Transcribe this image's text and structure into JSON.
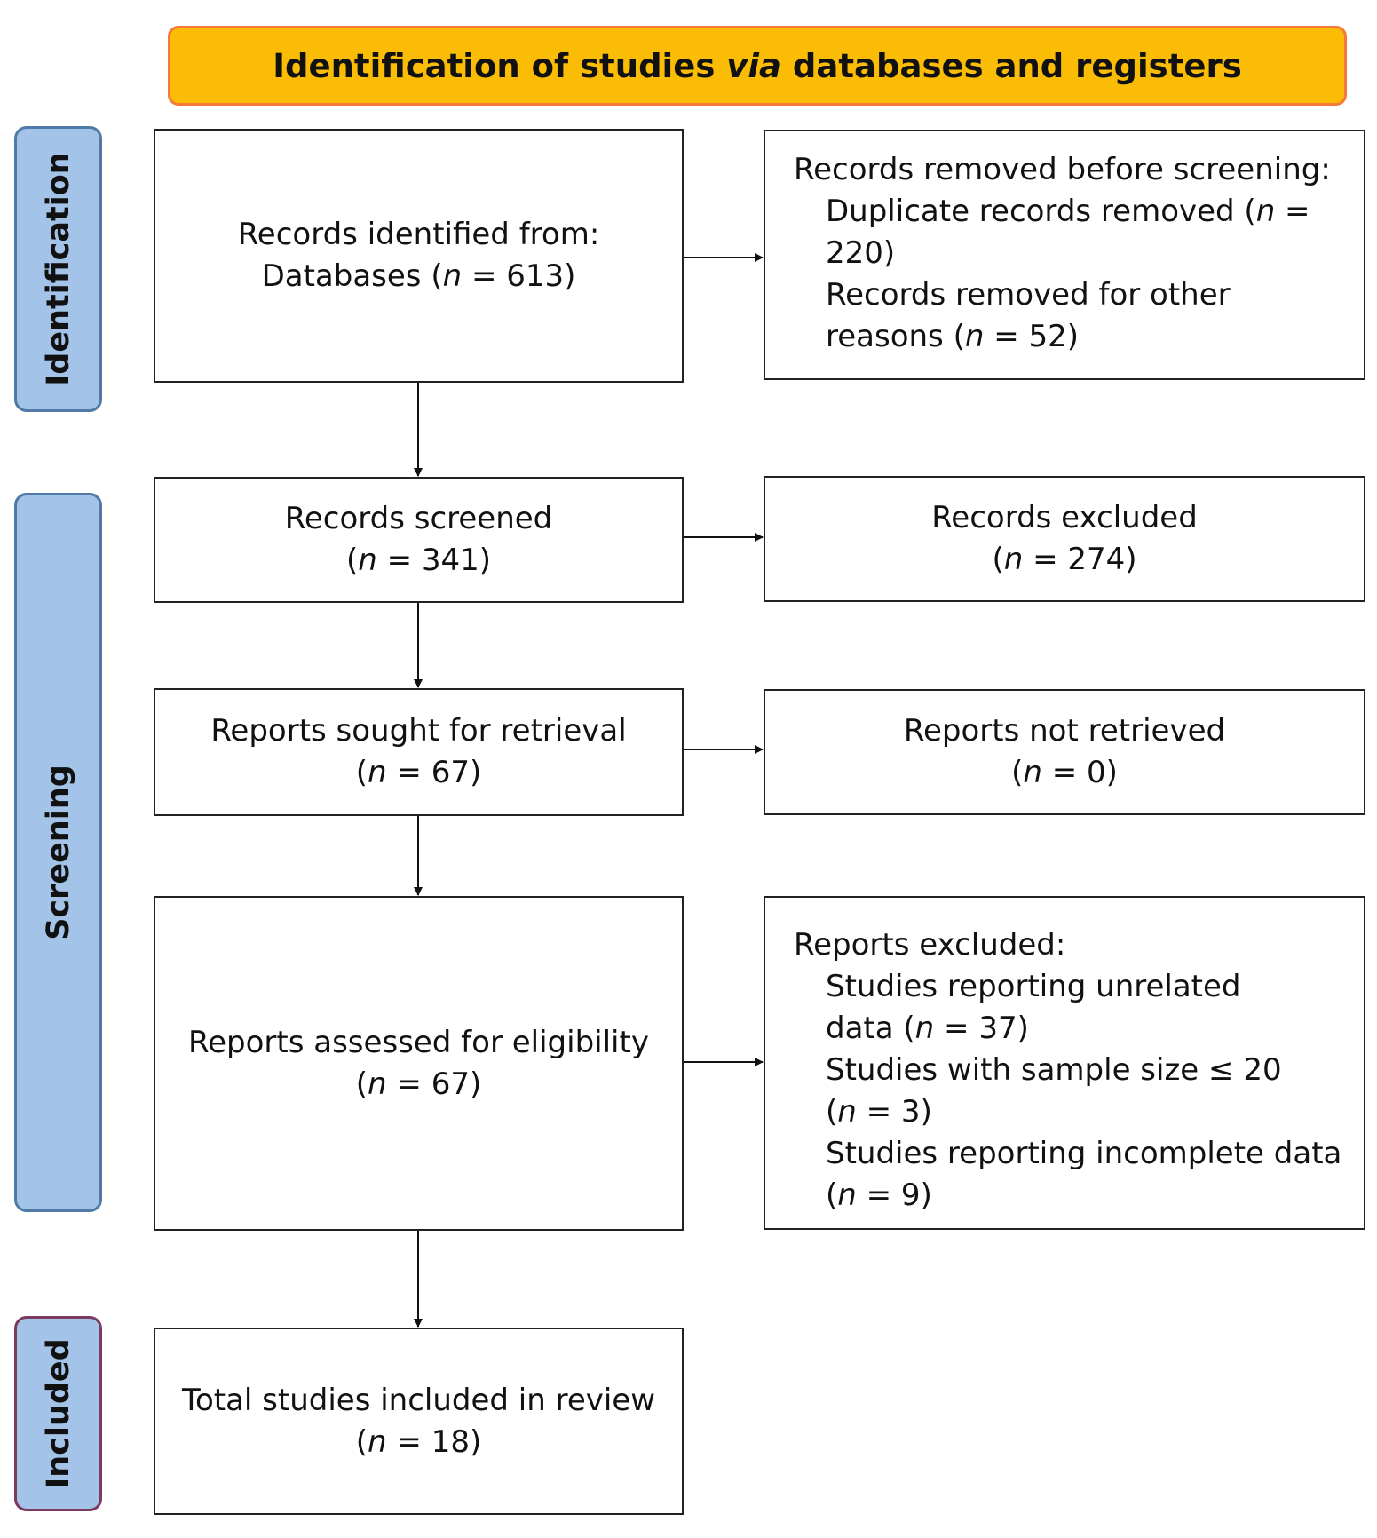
{
  "header": {
    "before_via": "Identification of studies ",
    "via": "via",
    "after_via": " databases and registers"
  },
  "phases": {
    "identification": "Identification",
    "screening": "Screening",
    "included": "Included"
  },
  "boxes": {
    "identified": {
      "line1": "Records identified from:",
      "line2_pre": "Databases (",
      "n": "n",
      "line2_post": " = 613)"
    },
    "removed": {
      "heading": "Records removed before screening:",
      "dup_line1_pre": "Duplicate records removed (",
      "dup_n": "n",
      "dup_line1_post": " =",
      "dup_line2": "220)",
      "other_line1": "Records removed for other",
      "other_line2_pre": "reasons (",
      "other_n": "n",
      "other_line2_post": " = 52)"
    },
    "screened": {
      "line1": "Records screened",
      "open": "(",
      "n": "n",
      "post": " = 341)"
    },
    "excluded": {
      "line1": "Records excluded",
      "open": "(",
      "n": "n",
      "post": " = 274)"
    },
    "sought": {
      "line1": "Reports sought for retrieval",
      "open": "(",
      "n": "n",
      "post": " = 67)"
    },
    "not_retrieved": {
      "line1": "Reports not retrieved",
      "open": "(",
      "n": "n",
      "post": " = 0)"
    },
    "assessed": {
      "line1": "Reports assessed for eligibility",
      "open": "(",
      "n": "n",
      "post": " = 67)"
    },
    "reports_excluded": {
      "heading": "Reports excluded:",
      "r1_line1": "Studies reporting unrelated",
      "r1_line2_pre": "data (",
      "r1_n": "n",
      "r1_line2_post": " = 37)",
      "r2_line1": "Studies with sample size ≤ 20",
      "r2_line2_pre": "(",
      "r2_n": "n",
      "r2_line2_post": " = 3)",
      "r3_line1": "Studies reporting incomplete data",
      "r3_line2_pre": "(",
      "r3_n": "n",
      "r3_line2_post": " = 9)"
    },
    "included": {
      "line1": "Total studies included in review",
      "open": "(",
      "n": "n",
      "post": " = 18)"
    }
  },
  "colors": {
    "banner_fill": "#fbbc05",
    "banner_border": "#f4793a",
    "phase_fill": "#a3c3e8",
    "phase_border": "#4f7aa8",
    "included_border": "#7c3a5e"
  }
}
